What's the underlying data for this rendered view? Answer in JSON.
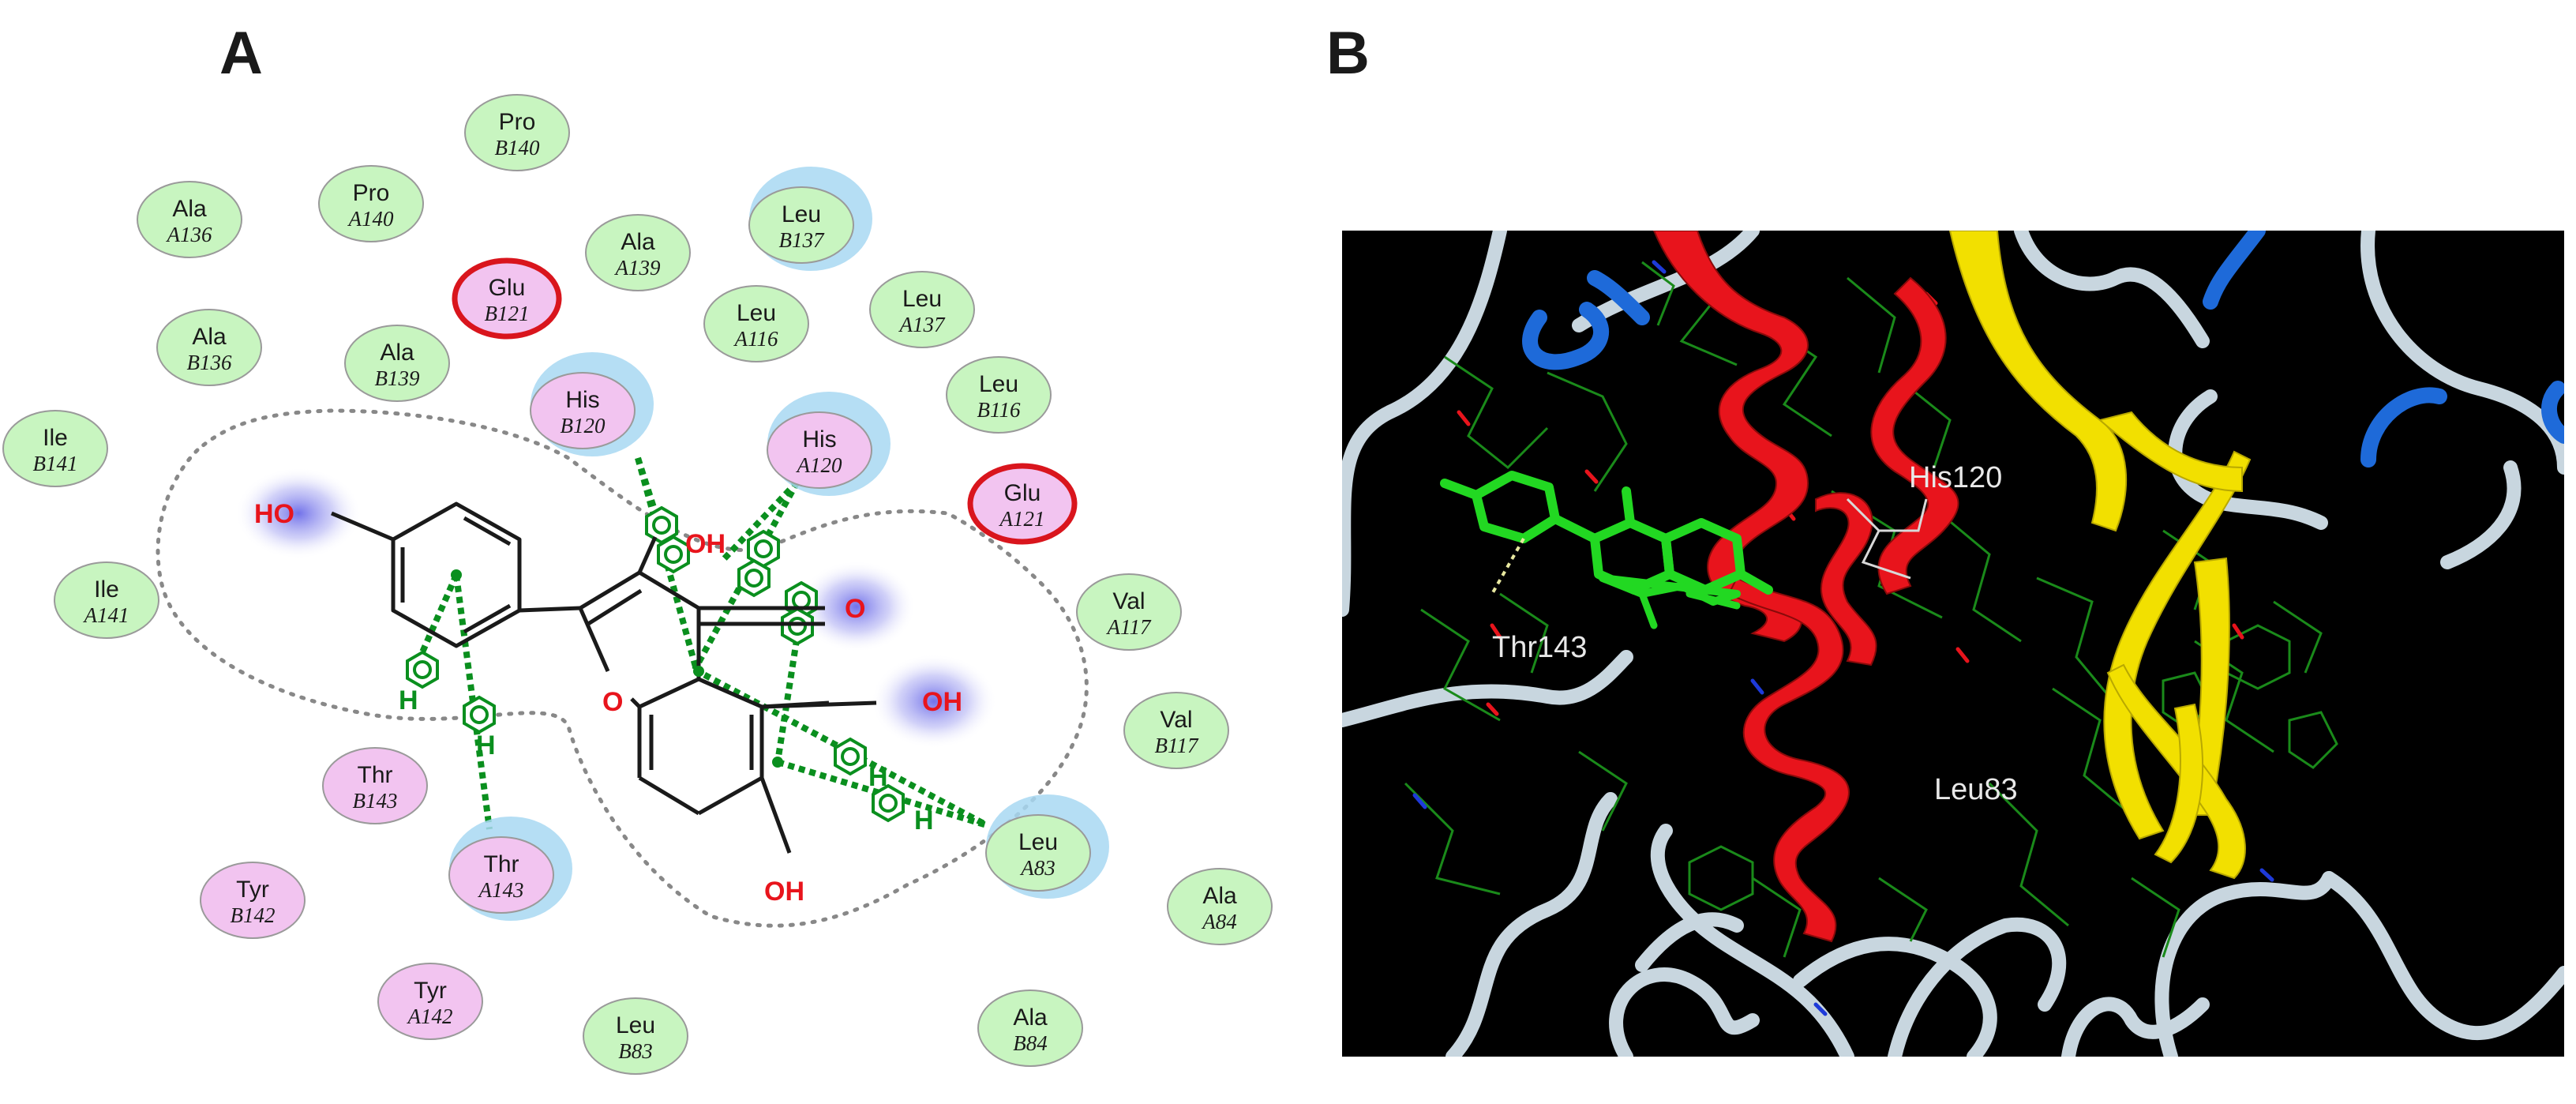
{
  "panels": {
    "a_label": "A",
    "b_label": "B"
  },
  "colors": {
    "hydrophobic_fill": "#c8f5c0",
    "polar_fill": "#f2c4f0",
    "charged_ring": "#d9151d",
    "halo": "#a8d8f2",
    "interaction": "#0a8f1e",
    "bond": "#1a1a1a",
    "heteroatom": "#e8141c",
    "exposure_glow": "#7a7ae8"
  },
  "residues": [
    {
      "name": "Pro",
      "id": "B140",
      "type": "hydrophobic"
    },
    {
      "name": "Pro",
      "id": "A140",
      "type": "hydrophobic"
    },
    {
      "name": "Ala",
      "id": "A136",
      "type": "hydrophobic"
    },
    {
      "name": "Ala",
      "id": "A139",
      "type": "hydrophobic"
    },
    {
      "name": "Leu",
      "id": "B137",
      "type": "hydrophobic",
      "halo": true
    },
    {
      "name": "Glu",
      "id": "B121",
      "type": "charged"
    },
    {
      "name": "Leu",
      "id": "A137",
      "type": "hydrophobic"
    },
    {
      "name": "Leu",
      "id": "A116",
      "type": "hydrophobic"
    },
    {
      "name": "Ala",
      "id": "B136",
      "type": "hydrophobic"
    },
    {
      "name": "Ala",
      "id": "B139",
      "type": "hydrophobic"
    },
    {
      "name": "Leu",
      "id": "B116",
      "type": "hydrophobic"
    },
    {
      "name": "His",
      "id": "B120",
      "type": "polar",
      "halo": true
    },
    {
      "name": "His",
      "id": "A120",
      "type": "polar",
      "halo": true
    },
    {
      "name": "Ile",
      "id": "B141",
      "type": "hydrophobic"
    },
    {
      "name": "Glu",
      "id": "A121",
      "type": "charged"
    },
    {
      "name": "Ile",
      "id": "A141",
      "type": "hydrophobic"
    },
    {
      "name": "Val",
      "id": "A117",
      "type": "hydrophobic"
    },
    {
      "name": "Val",
      "id": "B117",
      "type": "hydrophobic"
    },
    {
      "name": "Thr",
      "id": "B143",
      "type": "polar"
    },
    {
      "name": "Leu",
      "id": "A83",
      "type": "hydrophobic",
      "halo": true
    },
    {
      "name": "Thr",
      "id": "A143",
      "type": "polar",
      "halo": true
    },
    {
      "name": "Tyr",
      "id": "B142",
      "type": "polar"
    },
    {
      "name": "Ala",
      "id": "A84",
      "type": "hydrophobic"
    },
    {
      "name": "Tyr",
      "id": "A142",
      "type": "polar"
    },
    {
      "name": "Leu",
      "id": "B83",
      "type": "hydrophobic"
    },
    {
      "name": "Ala",
      "id": "B84",
      "type": "hydrophobic"
    }
  ],
  "ligand_atoms": {
    "oh_left": "HO",
    "oh_top": "OH",
    "ketone": "O",
    "ring_o": "O",
    "oh_right": "OH",
    "oh_bottom": "OH"
  },
  "pi_h_labels": [
    "H",
    "H",
    "H",
    "H"
  ],
  "structure_labels": [
    {
      "text": "His120"
    },
    {
      "text": "Thr143"
    },
    {
      "text": "Leu83"
    }
  ]
}
